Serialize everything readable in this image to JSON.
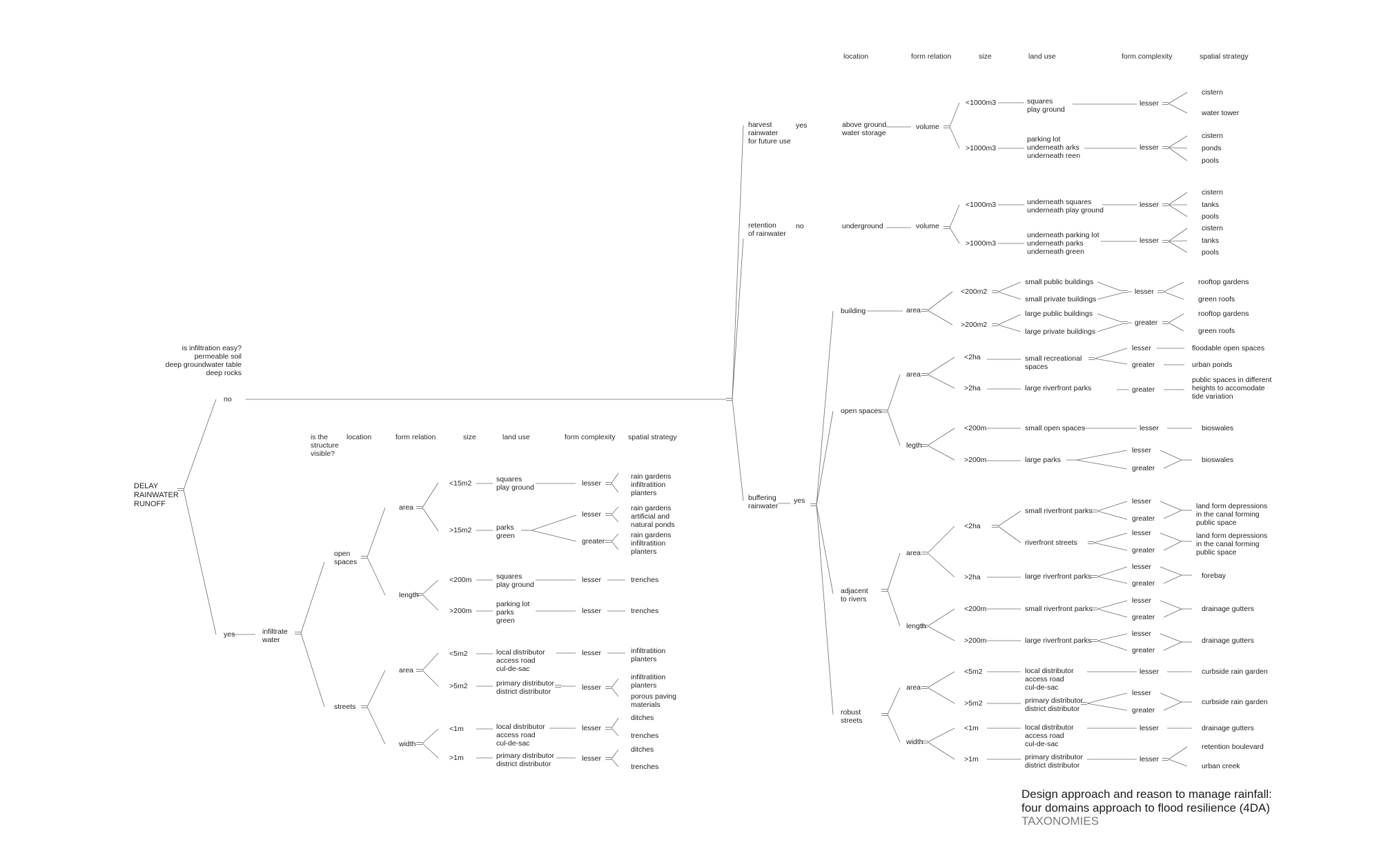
{
  "title": "Design approach and reason to manage rainfall:\nfour domains approach to flood resilience (4DA)",
  "subtitle": "TAXONOMIES",
  "headers_right": [
    "location",
    "form relation",
    "size",
    "land use",
    "form complexity",
    "spatial strategy"
  ],
  "headers_left": [
    "is the\nstructure\nvisible?",
    "location",
    "form relation",
    "size",
    "land use",
    "form complexity",
    "spatial strategy"
  ],
  "question": "is infiltration easy?\npermeable soil\ndeep groundwater table\ndeep rocks",
  "root": "DELAY\nRAINWATER\nRUNOFF",
  "labels": {
    "no": "no",
    "yes": "yes",
    "infiltrate": "infiltrate\nwater",
    "harvest": "harvest\nrainwater\nfor future use",
    "harvest_ans": "yes",
    "retention": "retention\nof rainwater",
    "retention_ans": "no",
    "buffering": "buffering\nrainwater",
    "buffering_ans": "yes",
    "above": "above ground\nwater storage",
    "underground": "underground",
    "building": "building",
    "open_r": "open spaces",
    "adjacent": "adjacent\nto rivers",
    "robust": "robust\nstreets",
    "open_l": "open\nspaces",
    "streets": "streets",
    "volume": "volume",
    "area": "area",
    "length": "length",
    "legth": "legth",
    "width": "width",
    "lt1000": "<1000m3",
    "gt1000": ">1000m3",
    "lt200m2": "<200m2",
    "gt200m2": ">200m2",
    "lt2ha": "<2ha",
    "gt2ha": ">2ha",
    "lt200m": "<200m",
    "gt200m": ">200m",
    "lt5m2": "<5m2",
    "gt5m2": ">5m2",
    "lt15m2": "<15m2",
    "gt15m2": ">15m2",
    "lt1m": "<1m",
    "gt1m": ">1m",
    "squares_play": "squares\nplay ground",
    "parking_arks_reen": "parking lot\nunderneath arks\nunderneath reen",
    "under_squares": "underneath squares\nunderneath play ground",
    "under_parking": "underneath parking lot\nunderneath parks\nunderneath green",
    "small_public_buildings": "small public buildings",
    "small_private_buildings": "small private buildings",
    "large_public_buildings": "large public buildings",
    "large_private_buildings": "large private buildings",
    "small_recreational": "small recreational\nspaces",
    "large_riverfront_parks": "large riverfront parks",
    "small_open_spaces": "small open spaces",
    "large_parks": "large parks",
    "small_riverfront_parks": "small riverfront parks",
    "riverfront_streets": "riverfront streets",
    "local_distributor": "local distributor\naccess road\ncul-de-sac",
    "primary_distributor": "primary distributor\ndistrict distributor",
    "parks_green": "parks\ngreen",
    "parking_parks_green": "parking lot\nparks\ngreen",
    "lesser": "lesser",
    "greater": "greater",
    "cistern": "cistern",
    "water_tower": "water tower",
    "ponds": "ponds",
    "pools": "pools",
    "tanks": "tanks",
    "rooftop_gardens": "rooftop gardens",
    "green_roofs": "green roofs",
    "floodable": "floodable open spaces",
    "urban_ponds": "urban ponds",
    "public_heights": "public spaces in different\nheights to accomodate\ntide variation",
    "bioswales": "bioswales",
    "landform": "land form depressions\nin the canal forming\npublic space",
    "forebay": "forebay",
    "drainage_gutters": "drainage gutters",
    "curbside": "curbside rain garden",
    "retention_boulevard": "retention boulevard",
    "urban_creek": "urban creek",
    "rain_infil": "rain gardens\ninfiltratition\nplanters",
    "rain_art": "rain gardens\nartificial and\nnatural ponds",
    "trenches": "trenches",
    "infil_planters": "infiltratition\nplanters",
    "porous": "porous paving\nmaterials",
    "ditches": "ditches"
  }
}
